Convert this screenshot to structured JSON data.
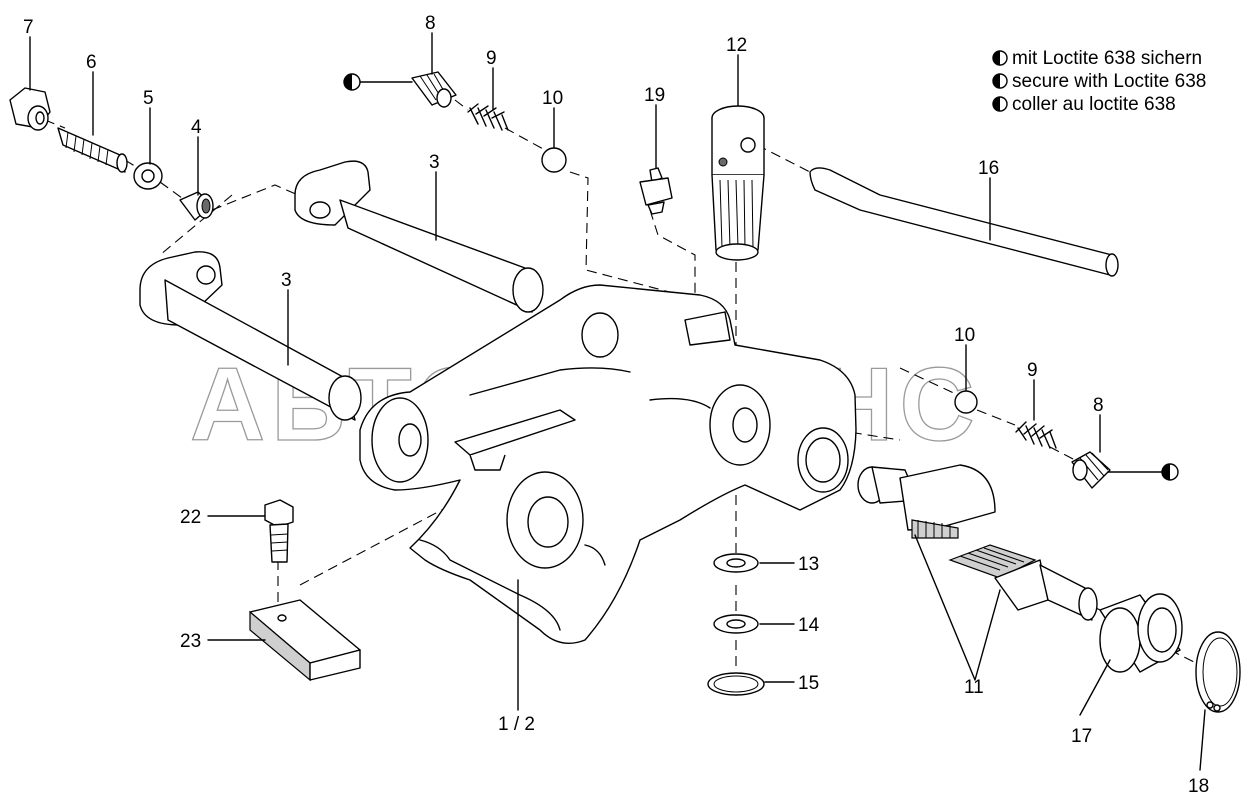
{
  "watermark": "АВТОАЛЬЯНС",
  "legend": {
    "lines": [
      "mit Loctite 638 sichern",
      "secure with Loctite 638",
      "coller au loctite 638"
    ]
  },
  "callouts": {
    "c7": "7",
    "c6": "6",
    "c5": "5",
    "c4": "4",
    "c8a": "8",
    "c9a": "9",
    "c10a": "10",
    "c3a": "3",
    "c3b": "3",
    "c19": "19",
    "c12": "12",
    "c16": "16",
    "c10b": "10",
    "c9b": "9",
    "c8b": "8",
    "c22": "22",
    "c23": "23",
    "c12b": "1 / 2",
    "c13": "13",
    "c14": "14",
    "c15": "15",
    "c11": "11",
    "c17": "17",
    "c18": "18"
  }
}
